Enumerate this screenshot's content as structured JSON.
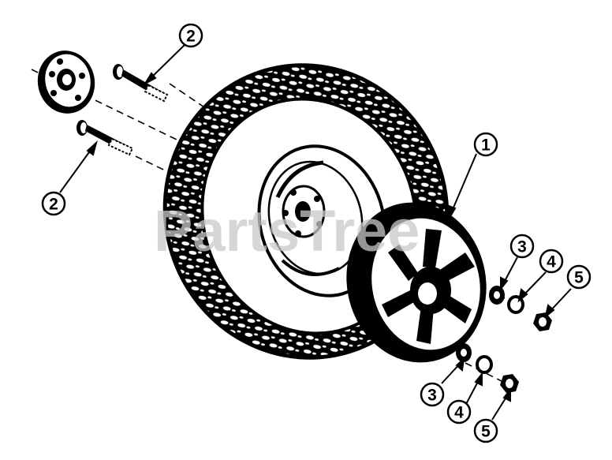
{
  "watermark": "PartsTree",
  "callouts": [
    "1",
    "2",
    "2",
    "3",
    "3",
    "4",
    "4",
    "5",
    "5"
  ],
  "colors": {
    "ink": "#000000",
    "paper": "#ffffff",
    "watermark": "#c9c9c9"
  },
  "icons": [
    "wheel-hub-flange-icon",
    "tire-icon",
    "rim-icon",
    "hubcap-icon",
    "bolt-icon",
    "washer-icon",
    "lock-washer-icon",
    "hex-nut-icon"
  ]
}
